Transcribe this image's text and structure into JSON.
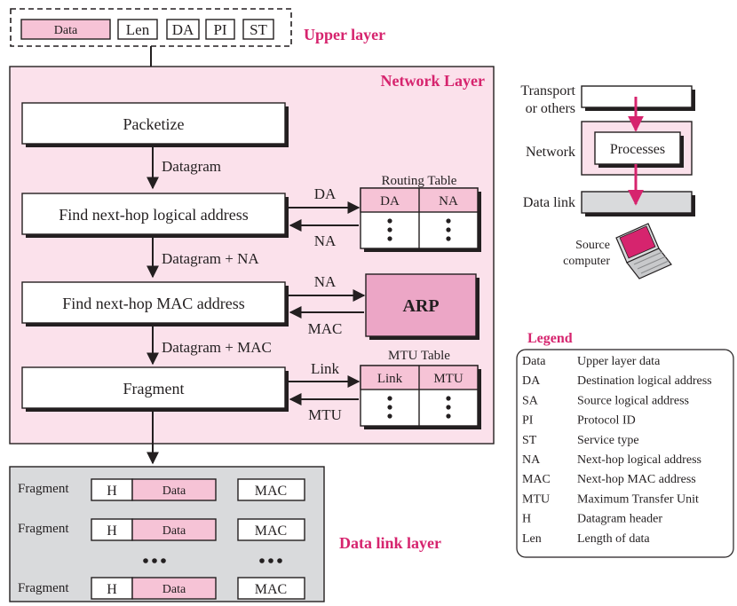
{
  "upper": {
    "fields": [
      "Data",
      "Len",
      "DA",
      "PI",
      "ST"
    ],
    "label": "Upper layer"
  },
  "network": {
    "label": "Network Layer",
    "packetize": "Packetize",
    "datagram": "Datagram",
    "find_logical": "Find next-hop logical address",
    "datagram_na": "Datagram + NA",
    "find_mac": "Find next-hop MAC address",
    "datagram_mac": "Datagram + MAC",
    "fragment": "Fragment",
    "arrow_da": "DA",
    "arrow_na_back": "NA",
    "arrow_na": "NA",
    "arrow_mac_back": "MAC",
    "arrow_link": "Link",
    "arrow_mtu_back": "MTU",
    "routing_table": {
      "title": "Routing Table",
      "headers": [
        "DA",
        "NA"
      ]
    },
    "arp": "ARP",
    "mtu_table": {
      "title": "MTU Table",
      "headers": [
        "Link",
        "MTU"
      ]
    }
  },
  "datalink": {
    "label": "Data link layer",
    "rows": [
      {
        "label": "Fragment",
        "h": "H",
        "data": "Data",
        "mac": "MAC"
      },
      {
        "label": "Fragment",
        "h": "H",
        "data": "Data",
        "mac": "MAC"
      },
      {
        "label": "Fragment",
        "h": "H",
        "data": "Data",
        "mac": "MAC"
      }
    ]
  },
  "stack": {
    "transport": [
      "Transport",
      "or others"
    ],
    "network": "Network",
    "processes": "Processes",
    "datalink": "Data link",
    "source": [
      "Source",
      "computer"
    ]
  },
  "legend": {
    "title": "Legend",
    "items": [
      {
        "abbr": "Data",
        "desc": "Upper layer data"
      },
      {
        "abbr": "DA",
        "desc": "Destination logical address"
      },
      {
        "abbr": "SA",
        "desc": "Source logical address"
      },
      {
        "abbr": "PI",
        "desc": "Protocol ID"
      },
      {
        "abbr": "ST",
        "desc": "Service type"
      },
      {
        "abbr": "NA",
        "desc": "Next-hop logical address"
      },
      {
        "abbr": "MAC",
        "desc": "Next-hop MAC address"
      },
      {
        "abbr": "MTU",
        "desc": "Maximum Transfer Unit"
      },
      {
        "abbr": "H",
        "desc": "Datagram header"
      },
      {
        "abbr": "Len",
        "desc": "Length of data"
      }
    ]
  },
  "colors": {
    "pink_bg": "#fbe1eb",
    "pink_field": "#f6c3d6",
    "arp_fill": "#eca6c6",
    "gray_bg": "#d9dadc",
    "magenta": "#d6246e",
    "outline": "#231f20"
  }
}
